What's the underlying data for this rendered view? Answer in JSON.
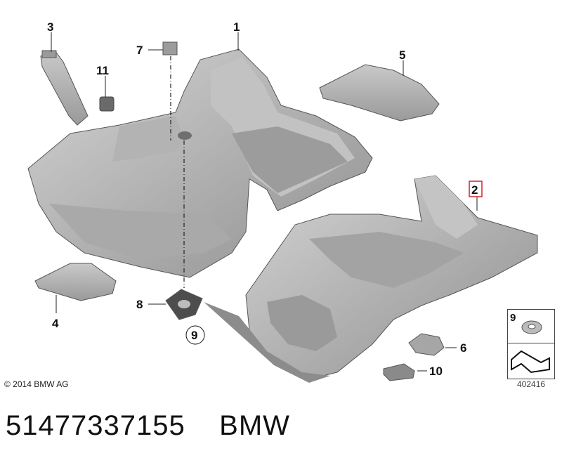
{
  "callouts": {
    "c1": "1",
    "c2": "2",
    "c3": "3",
    "c4": "4",
    "c5": "5",
    "c6": "6",
    "c7": "7",
    "c8": "8",
    "c9": "9",
    "c10": "10",
    "c11": "11"
  },
  "copyright": "© 2014 BMW AG",
  "legend": {
    "item_number": "9"
  },
  "diagram_id": "402416",
  "caption": "51477337155    BMW",
  "colors": {
    "part_fill": "#b8b8b8",
    "part_shadow": "#8e8e8e",
    "highlight_box": "#d0242b"
  }
}
